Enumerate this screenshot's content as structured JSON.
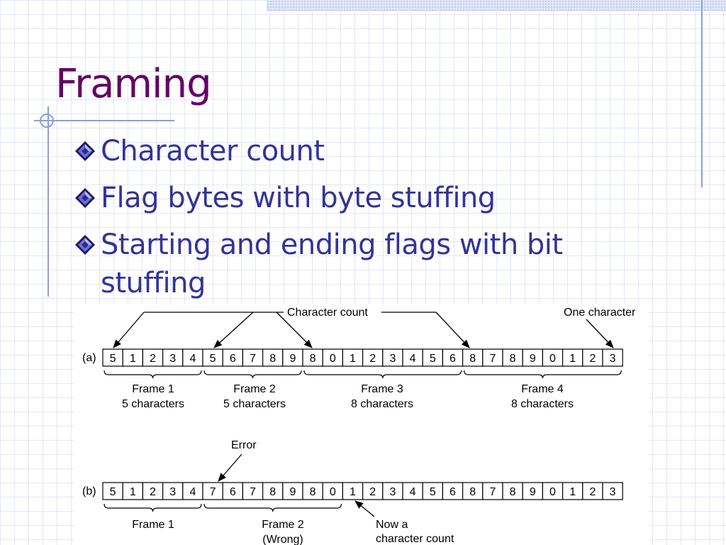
{
  "slide": {
    "title": "Framing",
    "bullets": [
      "Character count",
      "Flag bytes with byte stuffing",
      "Starting and ending flags with bit stuffing"
    ]
  },
  "figure": {
    "top_label": "Character count",
    "one_character_label": "One character",
    "row_a": {
      "label": "(a)",
      "cells": [
        "5",
        "1",
        "2",
        "3",
        "4",
        "5",
        "6",
        "7",
        "8",
        "9",
        "8",
        "0",
        "1",
        "2",
        "3",
        "4",
        "5",
        "6",
        "8",
        "7",
        "8",
        "9",
        "0",
        "1",
        "2",
        "3"
      ],
      "frames": [
        {
          "name": "Frame 1",
          "desc": "5 characters"
        },
        {
          "name": "Frame 2",
          "desc": "5 characters"
        },
        {
          "name": "Frame 3",
          "desc": "8 characters"
        },
        {
          "name": "Frame 4",
          "desc": "8 characters"
        }
      ]
    },
    "row_b": {
      "label": "(b)",
      "cells": [
        "5",
        "1",
        "2",
        "3",
        "4",
        "7",
        "6",
        "7",
        "8",
        "9",
        "8",
        "0",
        "1",
        "2",
        "3",
        "4",
        "5",
        "6",
        "8",
        "7",
        "8",
        "9",
        "0",
        "1",
        "2",
        "3"
      ],
      "error_label": "Error",
      "frames": [
        {
          "name": "Frame 1",
          "desc": ""
        },
        {
          "name": "Frame 2",
          "desc": "(Wrong)"
        }
      ],
      "note_line1": "Now a",
      "note_line2": "character count"
    }
  },
  "colors": {
    "title": "#660066",
    "bullet_text": "#333399",
    "grid": "#cdd4ee",
    "accent_line": "#8aa0d6"
  },
  "icons": {
    "bullet": "diamond-bullet-icon"
  }
}
